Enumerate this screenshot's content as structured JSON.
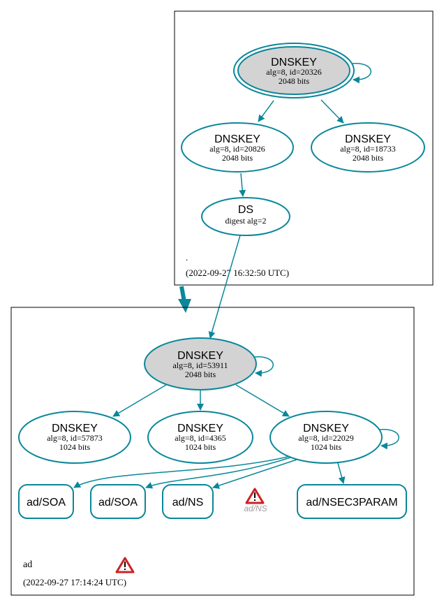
{
  "colors": {
    "edge": "#0a879a",
    "node_fill_ksk": "#d3d3d3",
    "node_fill": "#ffffff",
    "zone_border": "#000000",
    "warning_red": "#cc2222",
    "warning_label": "#a0a0a0"
  },
  "root_zone": {
    "name": ".",
    "timestamp": "(2022-09-27 16:32:50 UTC)",
    "ksk": {
      "title": "DNSKEY",
      "line1": "alg=8, id=20326",
      "line2": "2048 bits"
    },
    "zsk1": {
      "title": "DNSKEY",
      "line1": "alg=8, id=20826",
      "line2": "2048 bits"
    },
    "zsk2": {
      "title": "DNSKEY",
      "line1": "alg=8, id=18733",
      "line2": "2048 bits"
    },
    "ds": {
      "title": "DS",
      "line1": "digest alg=2"
    }
  },
  "ad_zone": {
    "name": "ad",
    "timestamp": "(2022-09-27 17:14:24 UTC)",
    "ksk": {
      "title": "DNSKEY",
      "line1": "alg=8, id=53911",
      "line2": "2048 bits"
    },
    "key_a": {
      "title": "DNSKEY",
      "line1": "alg=8, id=57873",
      "line2": "1024 bits"
    },
    "key_b": {
      "title": "DNSKEY",
      "line1": "alg=8, id=4365",
      "line2": "1024 bits"
    },
    "key_c": {
      "title": "DNSKEY",
      "line1": "alg=8, id=22029",
      "line2": "1024 bits"
    },
    "rrsets": {
      "soa1": "ad/SOA",
      "soa2": "ad/SOA",
      "ns": "ad/NS",
      "ns_warning": "ad/NS",
      "nsec3param": "ad/NSEC3PARAM"
    }
  }
}
